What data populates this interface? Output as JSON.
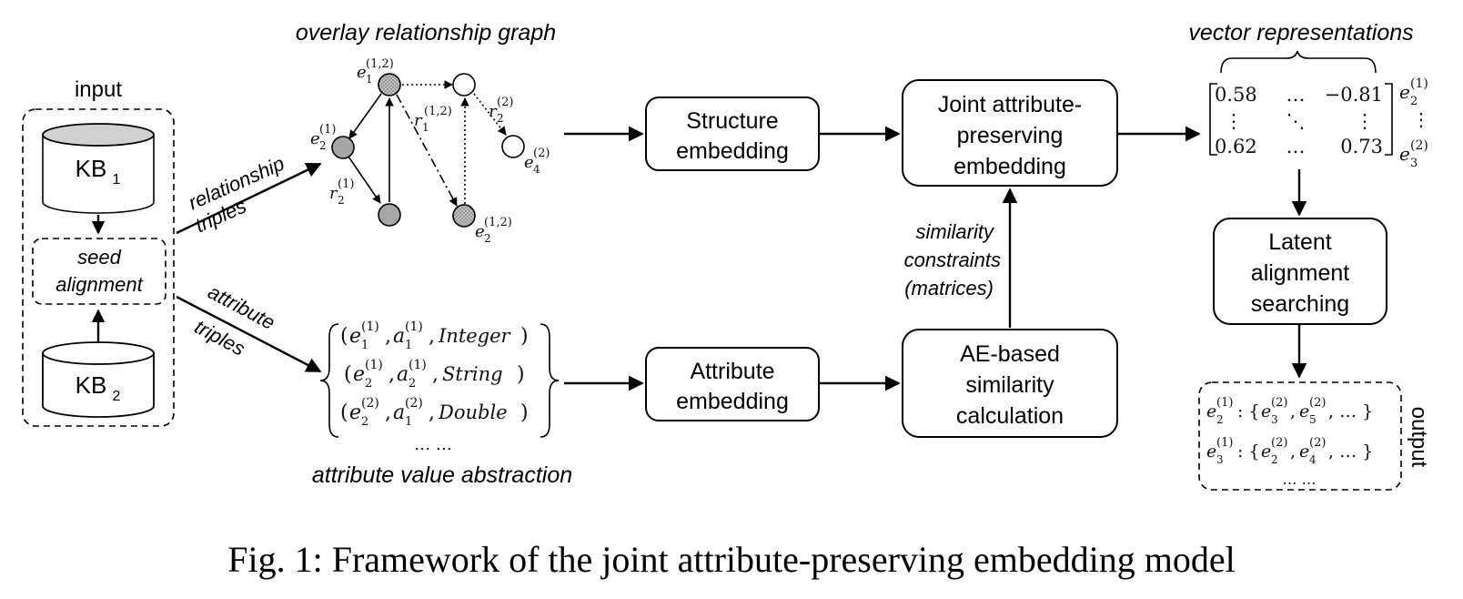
{
  "input": {
    "label": "input",
    "kb1": "KB",
    "kb1_sub": "1",
    "kb2": "KB",
    "kb2_sub": "2",
    "seed_line1": "seed",
    "seed_line2": "alignment"
  },
  "arrows": {
    "relationship_line1": "relationship",
    "relationship_line2": "triples",
    "attribute_line1": "attribute",
    "attribute_line2": "triples"
  },
  "graph": {
    "title": "overlay relationship graph",
    "e1_12": "e",
    "e1_12_sub": "1",
    "e1_12_sup": "(1,2)",
    "e2_1": "e",
    "e2_1_sub": "2",
    "e2_1_sup": "(1)",
    "r2_1": "r",
    "r2_1_sub": "2",
    "r2_1_sup": "(1)",
    "r1_12": "r",
    "r1_12_sub": "1",
    "r1_12_sup": "(1,2)",
    "r2_2": "r",
    "r2_2_sub": "2",
    "r2_2_sup": "(2)",
    "e4_2": "e",
    "e4_2_sub": "4",
    "e4_2_sup": "(2)",
    "e2_12": "e",
    "e2_12_sub": "2",
    "e2_12_sup": "(1,2)"
  },
  "attributes": {
    "title": "attribute value abstraction",
    "rows": [
      {
        "open": "(",
        "e": "e",
        "e_sub": "1",
        "e_sup": "(1)",
        "a": "a",
        "a_sub": "1",
        "a_sup": "(1)",
        "type": "Integer",
        "close": ")"
      },
      {
        "open": "(",
        "e": "e",
        "e_sub": "2",
        "e_sup": "(1)",
        "a": "a",
        "a_sub": "2",
        "a_sup": "(1)",
        "type": "String",
        "close": ")"
      },
      {
        "open": "(",
        "e": "e",
        "e_sub": "2",
        "e_sup": "(2)",
        "a": "a",
        "a_sub": "1",
        "a_sup": "(2)",
        "type": "Double",
        "close": ")"
      }
    ],
    "more": "… …"
  },
  "boxes": {
    "structure_l1": "Structure",
    "structure_l2": "embedding",
    "attribute_l1": "Attribute",
    "attribute_l2": "embedding",
    "joint_l1": "Joint attribute-",
    "joint_l2": "preserving",
    "joint_l3": "embedding",
    "ae_l1": "AE-based",
    "ae_l2": "similarity",
    "ae_l3": "calculation",
    "latent_l1": "Latent",
    "latent_l2": "alignment",
    "latent_l3": "searching"
  },
  "similarity": {
    "line1": "similarity",
    "line2": "constraints",
    "line3": "(matrices)"
  },
  "vectors": {
    "title": "vector representations",
    "m11": "0.58",
    "m12": "…",
    "m13": "−0.81",
    "m21": "⋮",
    "m22": "⋱",
    "m23": "⋮",
    "m31": "0.62",
    "m32": "…",
    "m33": "0.73",
    "row1": "e",
    "row1_sub": "2",
    "row1_sup": "(1)",
    "row_mid": "⋮",
    "row3": "e",
    "row3_sub": "3",
    "row3_sup": "(2)"
  },
  "output": {
    "label": "output",
    "line1_e": "e",
    "line1_sub": "2",
    "line1_sup": "(1)",
    "line1_set_a": "e",
    "line1_set_a_sub": "3",
    "line1_set_a_sup": "(2)",
    "line1_set_b": "e",
    "line1_set_b_sub": "5",
    "line1_set_b_sup": "(2)",
    "line2_e": "e",
    "line2_sub": "3",
    "line2_sup": "(1)",
    "line2_set_a": "e",
    "line2_set_a_sub": "2",
    "line2_set_a_sup": "(2)",
    "line2_set_b": "e",
    "line2_set_b_sub": "4",
    "line2_set_b_sup": "(2)",
    "colon_open": ": {",
    "comma": ",",
    "ellipsis_close": ", … }",
    "more": "… …"
  },
  "caption": "Fig. 1: Framework of the joint attribute-preserving embedding model",
  "colors": {
    "kb1_fill": "#a6a6a6",
    "node_fill": "#a6a6a6"
  }
}
